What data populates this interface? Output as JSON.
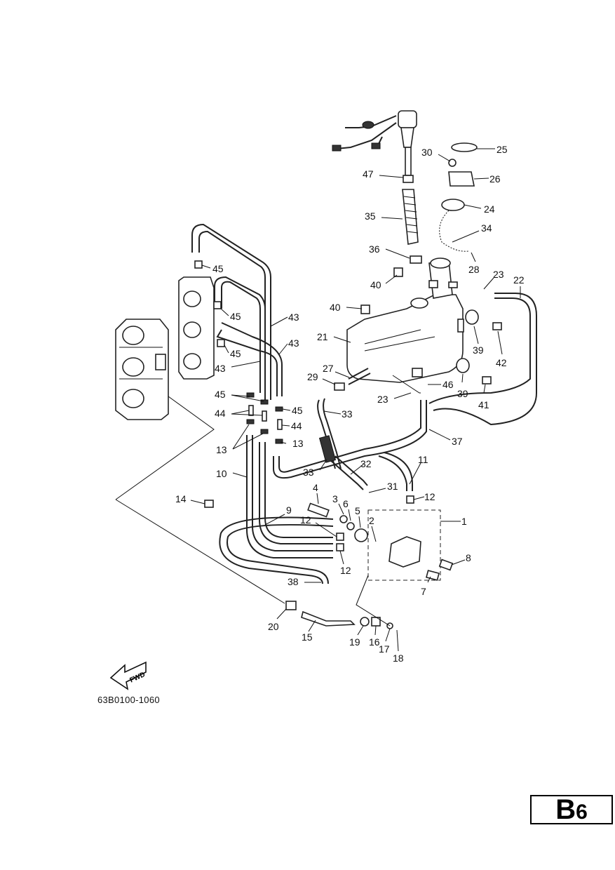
{
  "figure_code": "63B0100-1060",
  "page_tag": {
    "letter": "B",
    "number": "6"
  },
  "fwd_label": "FWD",
  "callouts": [
    "1",
    "2",
    "3",
    "4",
    "5",
    "6",
    "7",
    "8",
    "9",
    "10",
    "11",
    "12",
    "13",
    "14",
    "15",
    "16",
    "17",
    "18",
    "19",
    "20",
    "21",
    "22",
    "23",
    "24",
    "25",
    "26",
    "27",
    "28",
    "29",
    "30",
    "31",
    "32",
    "33",
    "34",
    "35",
    "36",
    "37",
    "38",
    "39",
    "40",
    "41",
    "42",
    "43",
    "44",
    "45",
    "46",
    "47"
  ]
}
